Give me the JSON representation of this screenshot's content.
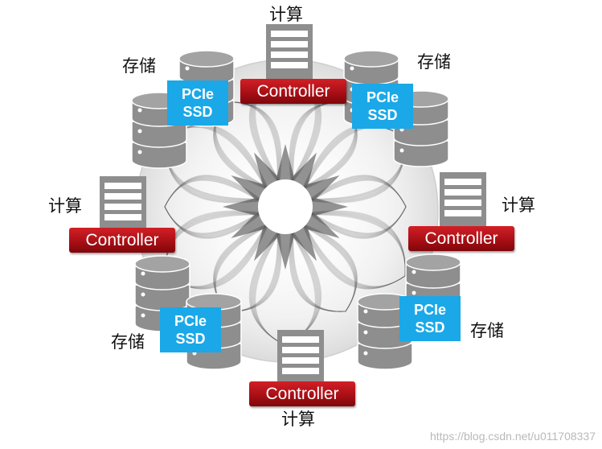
{
  "labels": {
    "compute_top": "计算",
    "compute_left": "计算",
    "compute_right": "计算",
    "compute_bottom": "计算",
    "storage_top_left": "存储",
    "storage_top_right": "存储",
    "storage_bottom_left": "存储",
    "storage_bottom_right": "存储"
  },
  "controllers": {
    "top": "Controller",
    "left": "Controller",
    "right": "Controller",
    "bottom": "Controller"
  },
  "ssd_badges": {
    "top_left": {
      "line1": "PCIe",
      "line2": "SSD"
    },
    "top_right": {
      "line1": "PCIe",
      "line2": "SSD"
    },
    "bottom_left": {
      "line1": "PCIe",
      "line2": "SSD"
    },
    "bottom_right": {
      "line1": "PCIe",
      "line2": "SSD"
    }
  },
  "icons": {
    "server": "server-icon",
    "database": "database-icon",
    "mesh": "star-mesh-graphic"
  },
  "colors": {
    "controller_red": "#b3131a",
    "ssd_blue": "#1aa8e8",
    "device_gray": "#8e8e8e",
    "mesh_gray": "#555555"
  },
  "watermark": "https://blog.csdn.net/u011708337"
}
